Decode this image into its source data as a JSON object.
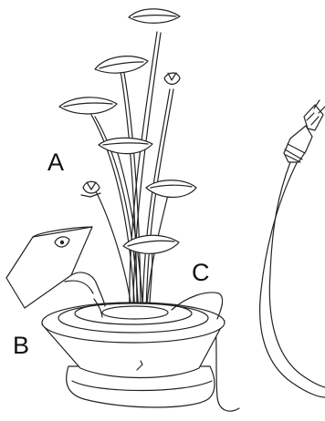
{
  "labels": {
    "a": "A",
    "b": "B",
    "c": "C"
  },
  "colors": {
    "line": "#222222",
    "background": "#ffffff"
  }
}
